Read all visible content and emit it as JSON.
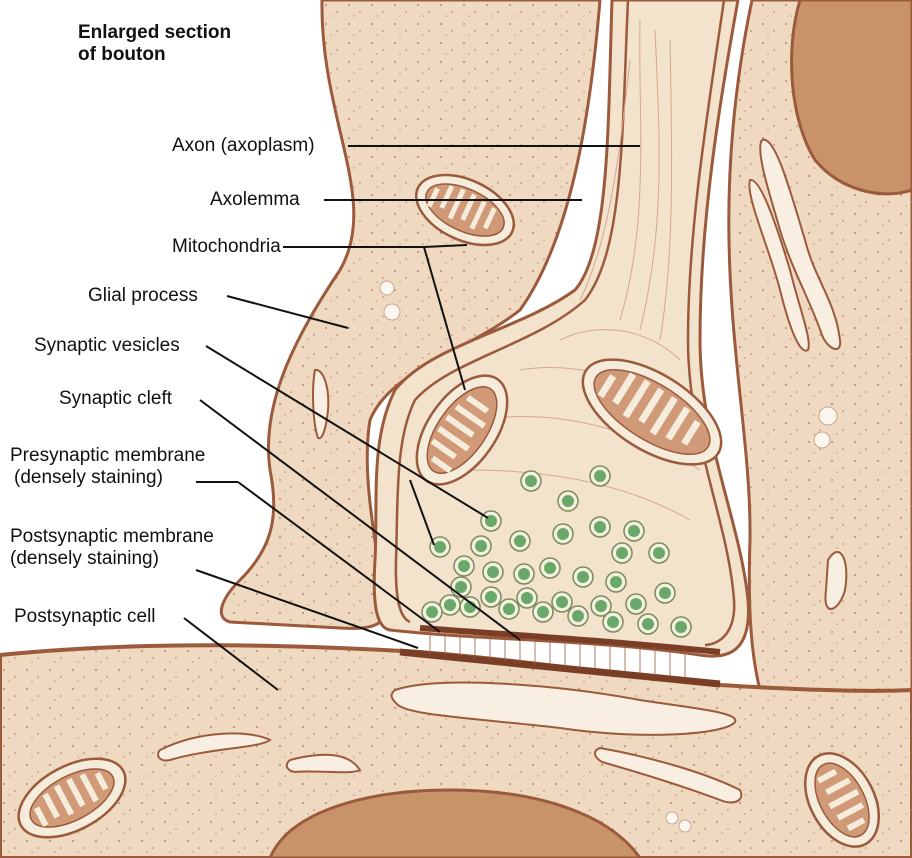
{
  "title": {
    "line1": "Enlarged section",
    "line2": "of bouton"
  },
  "labels": {
    "axon": "Axon (axoplasm)",
    "axolemma": "Axolemma",
    "mitochondria": "Mitochondria",
    "glial_process": "Glial process",
    "synaptic_vesicles": "Synaptic vesicles",
    "synaptic_cleft": "Synaptic cleft",
    "presynaptic_line1": "Presynaptic membrane",
    "presynaptic_line2": "(densely staining)",
    "postsynaptic_line1": "Postsynaptic membrane",
    "postsynaptic_line2": "(densely staining)",
    "postsynaptic_cell": "Postsynaptic cell"
  },
  "colors": {
    "tissue": "#efd9c0",
    "membrane": "#9b5a3c",
    "nucleus": "#c89368",
    "vesicle_fill": "#6aa86a",
    "vesicle_ring": "#f4f0e0"
  }
}
